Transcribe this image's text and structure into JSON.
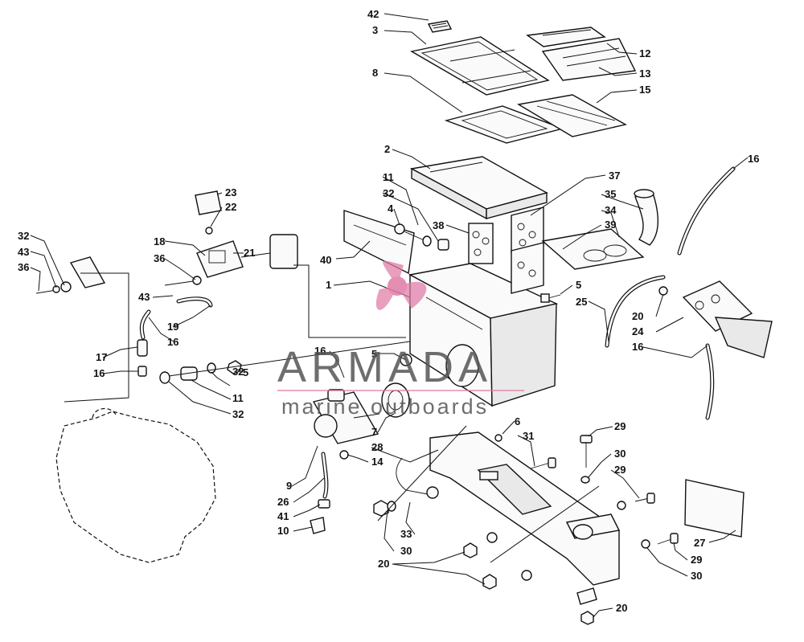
{
  "watermark": {
    "brand": "ARMADA",
    "tagline": "marine outboards",
    "accent_color": "#e07aa6"
  },
  "callouts": [
    {
      "id": "c42a",
      "text": "42"
    },
    {
      "id": "c3",
      "text": "3"
    },
    {
      "id": "c12",
      "text": "12"
    },
    {
      "id": "c13",
      "text": "13"
    },
    {
      "id": "c8",
      "text": "8"
    },
    {
      "id": "c15",
      "text": "15"
    },
    {
      "id": "c2",
      "text": "2"
    },
    {
      "id": "c16a",
      "text": "16"
    },
    {
      "id": "c11a",
      "text": "11"
    },
    {
      "id": "c37",
      "text": "37"
    },
    {
      "id": "c32a",
      "text": "32"
    },
    {
      "id": "c35",
      "text": "35"
    },
    {
      "id": "c23",
      "text": "23"
    },
    {
      "id": "c4",
      "text": "4"
    },
    {
      "id": "c34",
      "text": "34"
    },
    {
      "id": "c22",
      "text": "22"
    },
    {
      "id": "c38",
      "text": "38"
    },
    {
      "id": "c39",
      "text": "39"
    },
    {
      "id": "c32b",
      "text": "32"
    },
    {
      "id": "c43a",
      "text": "43"
    },
    {
      "id": "c18",
      "text": "18"
    },
    {
      "id": "c21",
      "text": "21"
    },
    {
      "id": "c36a",
      "text": "36"
    },
    {
      "id": "c36b",
      "text": "36"
    },
    {
      "id": "c40",
      "text": "40"
    },
    {
      "id": "c1",
      "text": "1"
    },
    {
      "id": "c5a",
      "text": "5"
    },
    {
      "id": "c25",
      "text": "25"
    },
    {
      "id": "c43b",
      "text": "43"
    },
    {
      "id": "c20a",
      "text": "20"
    },
    {
      "id": "c24",
      "text": "24"
    },
    {
      "id": "c19",
      "text": "19"
    },
    {
      "id": "c16b",
      "text": "16"
    },
    {
      "id": "c16c",
      "text": "16"
    },
    {
      "id": "c16d",
      "text": "16"
    },
    {
      "id": "c17",
      "text": "17"
    },
    {
      "id": "c32c",
      "text": "32"
    },
    {
      "id": "c5b",
      "text": "5"
    },
    {
      "id": "c16e",
      "text": "16"
    },
    {
      "id": "c5c",
      "text": "5"
    },
    {
      "id": "c11b",
      "text": "11"
    },
    {
      "id": "c32d",
      "text": "32"
    },
    {
      "id": "c7",
      "text": "7"
    },
    {
      "id": "c6",
      "text": "6"
    },
    {
      "id": "c29a",
      "text": "29"
    },
    {
      "id": "c31",
      "text": "31"
    },
    {
      "id": "c28",
      "text": "28"
    },
    {
      "id": "c30a",
      "text": "30"
    },
    {
      "id": "c29b",
      "text": "29"
    },
    {
      "id": "c14",
      "text": "14"
    },
    {
      "id": "c9",
      "text": "9"
    },
    {
      "id": "c26",
      "text": "26"
    },
    {
      "id": "c41",
      "text": "41"
    },
    {
      "id": "c10",
      "text": "10"
    },
    {
      "id": "c33",
      "text": "33"
    },
    {
      "id": "c27",
      "text": "27"
    },
    {
      "id": "c30b",
      "text": "30"
    },
    {
      "id": "c29c",
      "text": "29"
    },
    {
      "id": "c20b",
      "text": "20"
    },
    {
      "id": "c30c",
      "text": "30"
    },
    {
      "id": "c20c",
      "text": "20"
    }
  ]
}
